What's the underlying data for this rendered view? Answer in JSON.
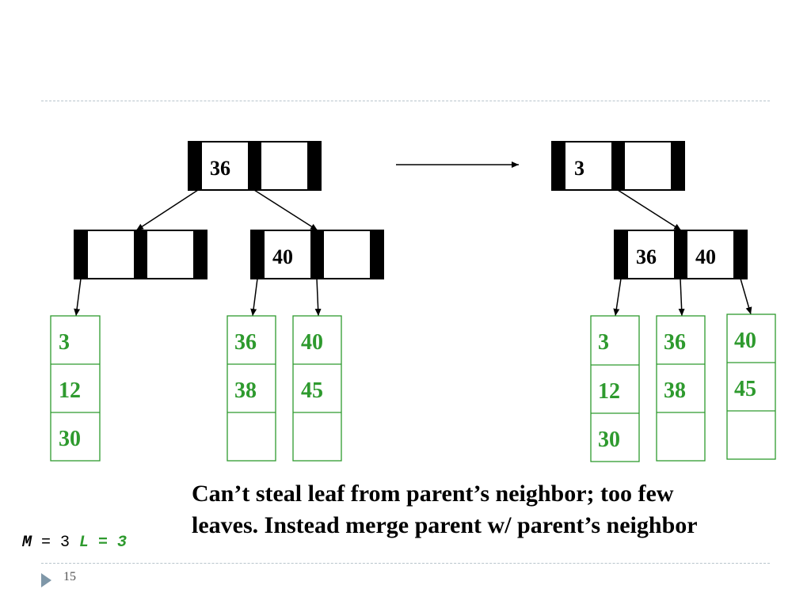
{
  "diagram": {
    "before": {
      "root_keys": [
        "36",
        ""
      ],
      "internal_left_keys": [
        "",
        ""
      ],
      "internal_right_keys": [
        "40",
        ""
      ],
      "leaf_a": [
        "3",
        "12",
        "30"
      ],
      "leaf_b": [
        "36",
        "38",
        ""
      ],
      "leaf_c": [
        "40",
        "45",
        ""
      ]
    },
    "after": {
      "root_keys": [
        "3",
        ""
      ],
      "internal_keys": [
        "36",
        "40"
      ],
      "leaf_a": [
        "3",
        "12",
        "30"
      ],
      "leaf_b": [
        "36",
        "38",
        ""
      ],
      "leaf_c": [
        "40",
        "45",
        ""
      ]
    }
  },
  "caption": {
    "line1": "Can’t steal leaf from parent’s neighbor; too few",
    "line2": "leaves. Instead merge parent w/ parent’s neighbor"
  },
  "params": {
    "m_label": "M",
    "m_eq": " = 3 ",
    "l_label": "L = 3"
  },
  "slide_number": "15",
  "colors": {
    "leaf_green": "#2e9a2e",
    "rule": "#b8c4cc",
    "bullet": "#7f97a8"
  }
}
